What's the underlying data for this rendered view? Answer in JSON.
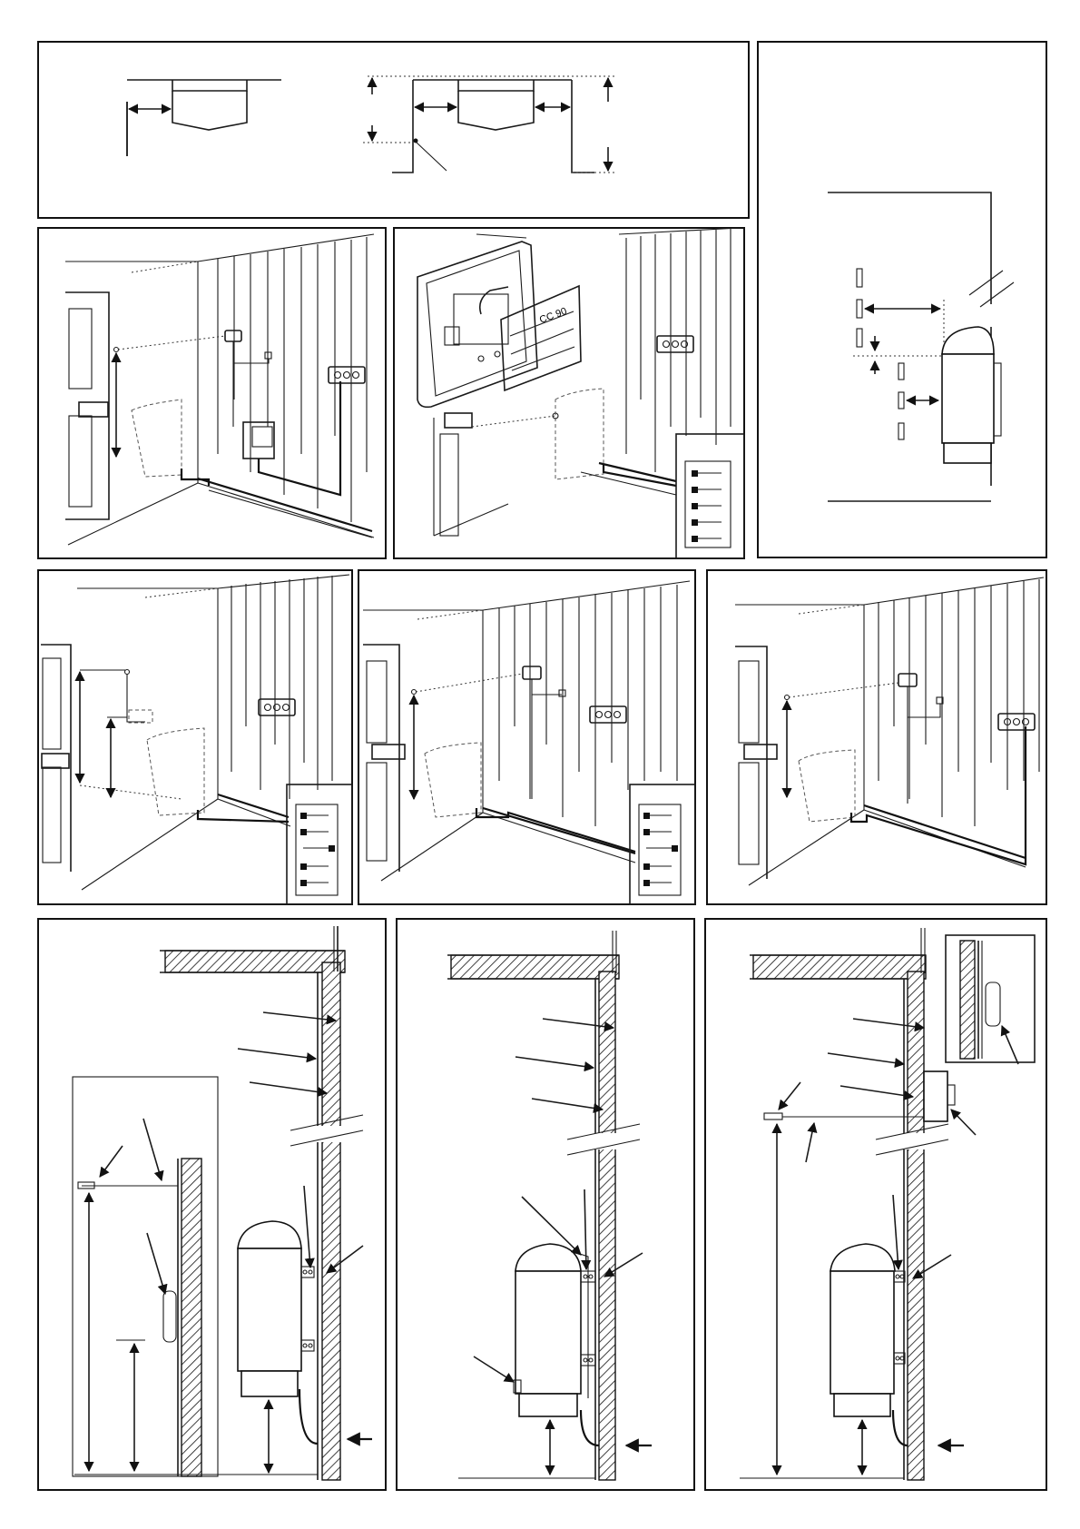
{
  "page": {
    "title": "",
    "panels": [
      {
        "id": "clearances-plan"
      },
      {
        "id": "sensor-side-view"
      },
      {
        "id": "room-view-1"
      },
      {
        "id": "control-unit-open"
      },
      {
        "id": "room-view-2"
      },
      {
        "id": "room-view-3"
      },
      {
        "id": "room-view-4"
      },
      {
        "id": "wall-section-1"
      },
      {
        "id": "wall-section-2"
      },
      {
        "id": "wall-section-3"
      }
    ]
  },
  "control_display": {
    "line1": "CC 90"
  },
  "colors": {
    "ink": "#111111",
    "paper": "#ffffff"
  }
}
